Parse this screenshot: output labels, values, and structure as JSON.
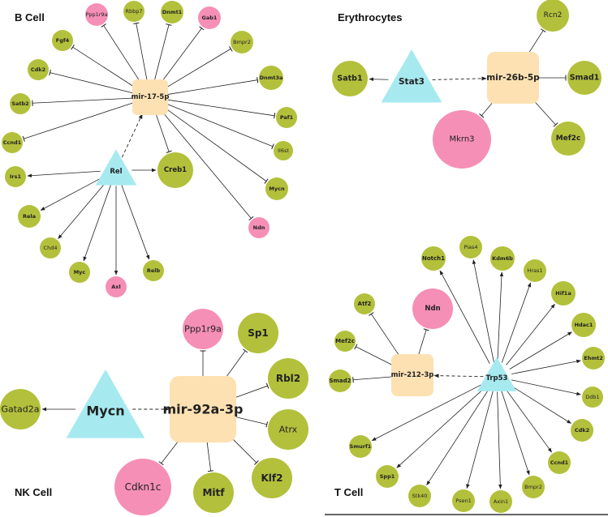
{
  "colors": {
    "mirna": "#fde1b2",
    "tf": "#a6eaf0",
    "gene_green": "#b3c03b",
    "gene_pink": "#f58fb6",
    "edge": "#222222"
  },
  "panels": [
    {
      "id": "b_cell",
      "title": "B Cell",
      "mirna": "mir-17-5p",
      "tf": "Rel",
      "mirna_targets": [
        "Ppp1r9a",
        "Rbbp7",
        "Dnmt1",
        "Gab1",
        "Bmpr2",
        "Dnmt3a",
        "Paf1",
        "Il6st",
        "Mycn",
        "Ndn",
        "Creb1",
        "Ccnd1",
        "Satb2",
        "Cdk2",
        "Fgf4"
      ],
      "tf_targets": [
        "Irs1",
        "Rela",
        "Chd4",
        "Myc",
        "Axl",
        "Relb",
        "Creb1"
      ]
    },
    {
      "id": "erythrocytes",
      "title": "Erythrocytes",
      "mirna": "mir-26b-5p",
      "tf": "Stat3",
      "mirna_targets": [
        "Rcn2",
        "Smad1",
        "Mef2c",
        "Mkrn3"
      ],
      "tf_targets": [
        "Satb1"
      ]
    },
    {
      "id": "nk_cell",
      "title": "NK Cell",
      "mirna": "mir-92a-3p",
      "tf": "Mycn",
      "mirna_targets": [
        "Ppp1r9a",
        "Sp1",
        "Rbl2",
        "Atrx",
        "Klf2",
        "Mitf",
        "Cdkn1c"
      ],
      "tf_targets": [
        "Gatad2a"
      ]
    },
    {
      "id": "t_cell",
      "title": "T Cell",
      "mirna": "mir-212-3p",
      "tf": "Trp53",
      "mirna_targets": [
        "Atf2",
        "Ndn",
        "Mef2c",
        "Smad2"
      ],
      "tf_targets": [
        "Notch1",
        "Pias4",
        "Kdm6b",
        "Hras1",
        "Hif1a",
        "Hdac1",
        "Ehmt2",
        "Ddb1",
        "Cdk2",
        "Ccnd1",
        "Bmpr2",
        "Axin1",
        "Psen1",
        "Stk40",
        "Spp1",
        "Smurf1"
      ]
    }
  ]
}
